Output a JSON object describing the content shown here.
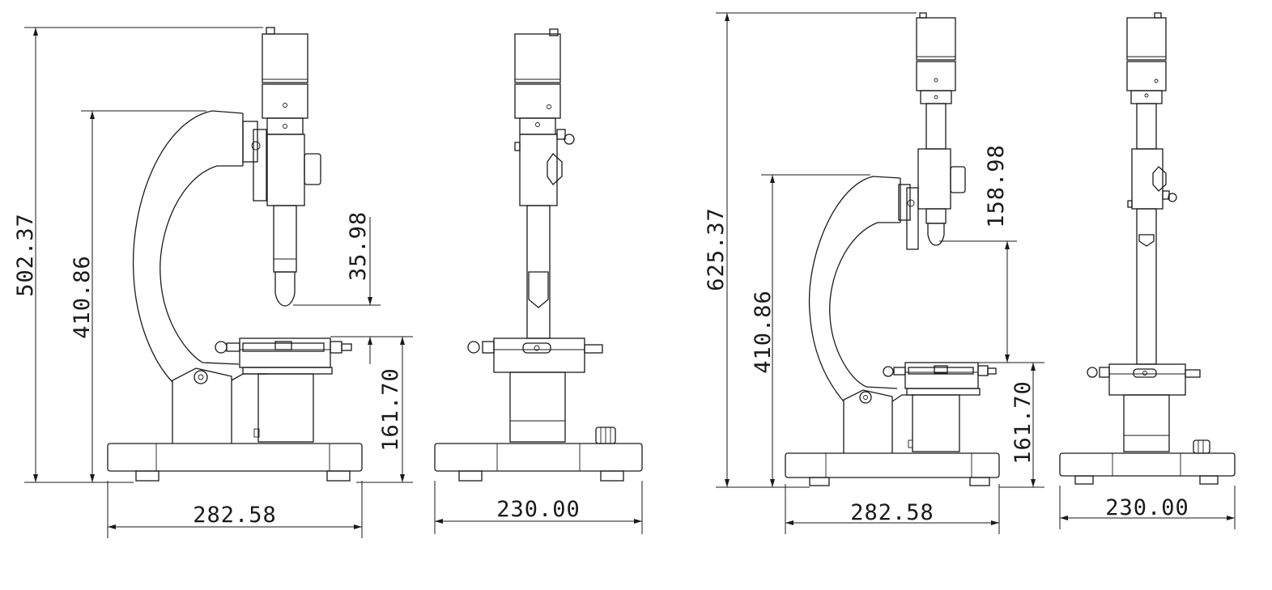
{
  "drawing": {
    "model_a": {
      "front_view": {
        "height_overall": "502.37",
        "height_arm": "410.86",
        "needle_gap": "35.98",
        "stage_height": "161.70",
        "base_width": "282.58"
      },
      "side_view": {
        "base_depth": "230.00"
      }
    },
    "model_b": {
      "front_view": {
        "height_overall": "625.37",
        "height_arm": "410.86",
        "needle_gap": "158.98",
        "stage_height": "161.70",
        "base_width": "282.58"
      },
      "side_view": {
        "base_depth": "230.00"
      }
    }
  }
}
